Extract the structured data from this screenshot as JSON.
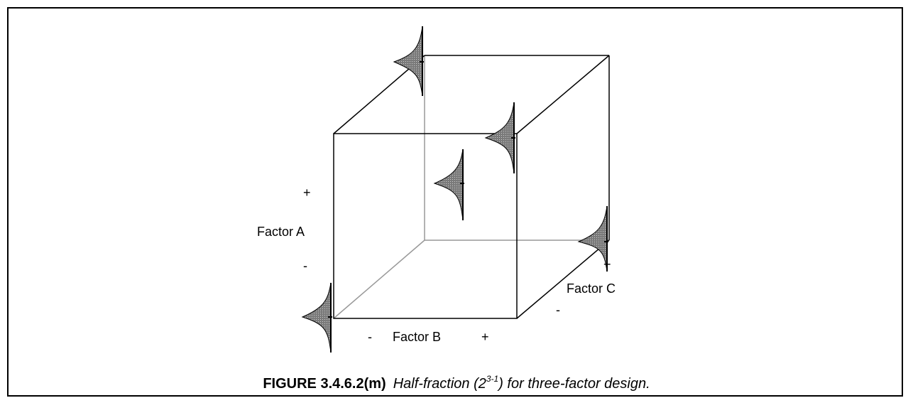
{
  "labels": {
    "factor_a": "Factor A",
    "factor_b": "Factor B",
    "factor_c": "Factor C",
    "a_plus": "+",
    "a_minus": "-",
    "b_minus": "-",
    "b_plus": "+",
    "c_plus": "+",
    "c_minus": "-"
  },
  "caption": {
    "number": "FIGURE 3.4.6.2(m)",
    "text_before": "Half-fraction (2",
    "superscript": "3-1",
    "text_after": ") for three-factor design."
  },
  "colors": {
    "cube_edge": "#000000",
    "hidden_edge": "#999999",
    "distribution_fill": "#8c8c8c"
  }
}
